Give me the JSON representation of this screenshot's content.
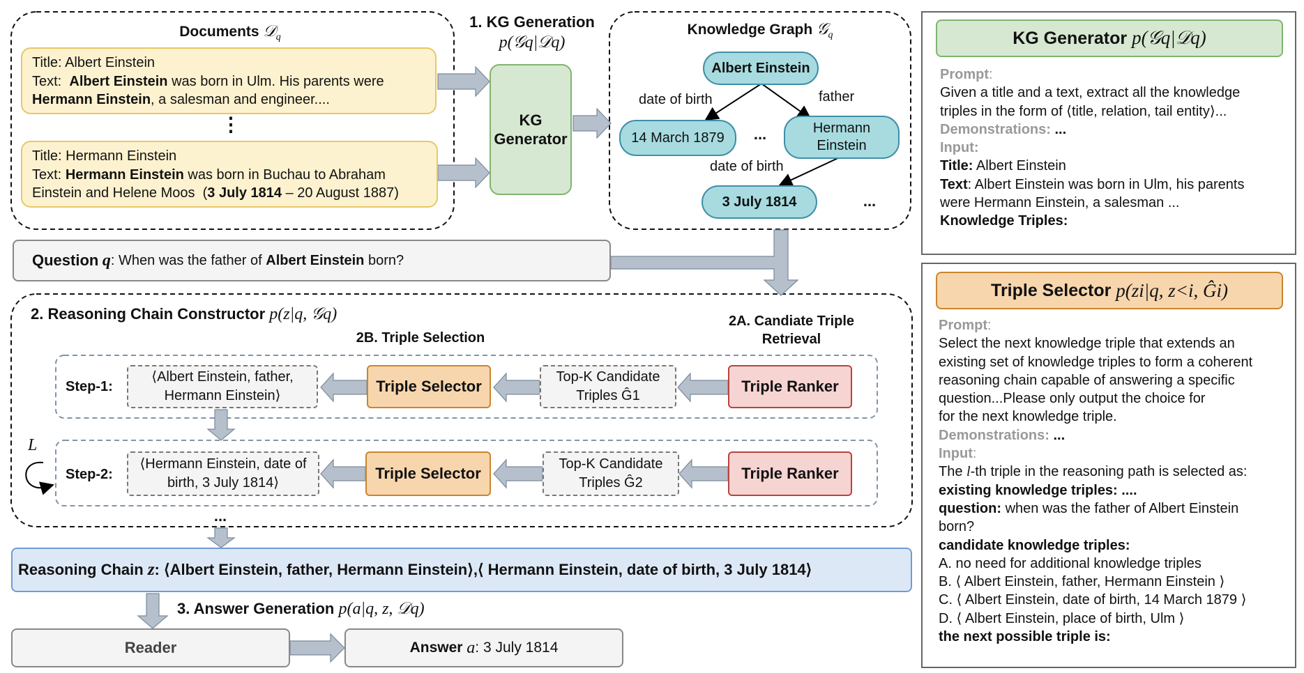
{
  "documents": {
    "title": "Documents",
    "symbol": "𝒟",
    "subscript": "q",
    "doc1": {
      "title_label": "Title:",
      "title_value": "Albert Einstein",
      "text_label": "Text:",
      "bold1": "Albert Einstein",
      "plain1": "was born in Ulm. His parents were",
      "bold2": "Hermann Einstein",
      "plain2": ", a salesman and engineer...."
    },
    "vellipsis": "⋮",
    "doc2": {
      "title_label": "Title:",
      "title_value": "Hermann Einstein",
      "text_label": "Text:",
      "bold1": "Hermann Einstein",
      "plain1": "was born in Buchau to Abraham",
      "plain2": "Einstein and Helene Moos",
      "paren_open": "(",
      "bold2": "3 July 1814",
      "plain3": "– 20 August 1887)"
    }
  },
  "kg_generation": {
    "heading": "1. KG Generation",
    "formula": "p(𝒢q|𝒟q)",
    "box_line1": "KG",
    "box_line2": "Generator"
  },
  "knowledge_graph": {
    "title": "Knowledge Graph",
    "symbol": "𝒢",
    "subscript": "q",
    "nodes": {
      "einstein": "Albert Einstein",
      "march": "14 March 1879",
      "hermann_l1": "Hermann",
      "hermann_l2": "Einstein",
      "july": "3 July 1814"
    },
    "edges": {
      "dob1": "date of birth",
      "father": "father",
      "dob2": "date of birth"
    },
    "ellipsis1": "...",
    "ellipsis2": "..."
  },
  "question": {
    "label": "Question",
    "var": "q",
    "colon": ":",
    "text1": "When was the father of",
    "bold": "Albert Einstein",
    "text2": "born?"
  },
  "reasoning": {
    "heading": "2. Reasoning Chain Constructor",
    "formula": "p(z|q, 𝒢q)",
    "sub_2b": "2B. Triple Selection",
    "sub_2a_l1": "2A. Candiate Triple",
    "sub_2a_l2": "Retrieval",
    "loop_label": "L",
    "step1": {
      "label": "Step-1:",
      "triple_l1": "⟨Albert Einstein, father,",
      "triple_l2": "Hermann Einstein⟩",
      "selector": "Triple Selector",
      "cand_l1": "Top-K Candidate",
      "cand_l2": "Triples Ĝ1",
      "ranker": "Triple Ranker"
    },
    "step2": {
      "label": "Step-2:",
      "triple_l1": "⟨Hermann Einstein, date of",
      "triple_l2": "birth, 3 July 1814⟩",
      "selector": "Triple Selector",
      "cand_l1": "Top-K Candidate",
      "cand_l2": "Triples Ĝ2",
      "ranker": "Triple Ranker"
    },
    "ellipsis": "..."
  },
  "chain": {
    "label": "Reasoning Chain",
    "var": "z",
    "colon": ":",
    "t1": "⟨Albert Einstein, father, Hermann Einstein⟩",
    "sep": ", ",
    "t2": "⟨ Hermann Einstein, date of birth, 3 July 1814⟩"
  },
  "answer_gen": {
    "heading": "3. Answer Generation",
    "formula": "p(a|q, z, 𝒟q)",
    "reader": "Reader",
    "answer_label": "Answer",
    "answer_var": "a",
    "answer_colon": ":",
    "answer_value": "3 July 1814"
  },
  "kg_panel": {
    "title": "KG Generator",
    "formula": "p(𝒢q|𝒟q)",
    "prompt_label": "Prompt",
    "colon": ":",
    "prompt_l1": "Given a title and a text, extract all the knowledge",
    "prompt_l2": "triples in the form of ⟨title, relation, tail entity⟩...",
    "demo_label": "Demonstrations:",
    "demo_value": "...",
    "input_label": "Input",
    "title_label": "Title:",
    "title_value": "Albert Einstein",
    "text_label": "Text",
    "text_l1": ": Albert Einstein was born in Ulm, his parents",
    "text_l2": "were Hermann Einstein, a salesman ...",
    "triples_label": "Knowledge Triples:"
  },
  "ts_panel": {
    "title": "Triple Selector",
    "formula": "p(zi|q, z<i, Ĝi)",
    "prompt_label": "Prompt",
    "colon": ":",
    "prompt_l1": "Select the next knowledge triple that extends an",
    "prompt_l2": "existing set of knowledge triples to form a coherent",
    "prompt_l3": "reasoning chain capable of answering a specific",
    "prompt_l4": "question...Please only output the choice for",
    "prompt_l5": "for the next knowledge triple.",
    "demo_label": "Demonstrations:",
    "demo_value": "...",
    "input_label": "Input",
    "input_l1a": "The",
    "input_l1var": "l",
    "input_l1b": "-th triple in the reasoning path is selected as:",
    "existing": "existing knowledge triples: ....",
    "question_label": "question:",
    "question_l1": "when was the father of Albert Einstein",
    "question_l2": "born?",
    "cand_label": "candidate knowledge triples:",
    "opt_a": "A. no need for additional knowledge triples",
    "opt_b": "B. ⟨ Albert Einstein, father, Hermann Einstein ⟩",
    "opt_c": "C. ⟨ Albert Einstein, date of birth, 14 March 1879 ⟩",
    "opt_d": "D. ⟨ Albert Einstein, place of birth, Ulm ⟩",
    "next_label": "the next possible triple is:"
  },
  "colors": {
    "doc_fill": "#fdf2cf",
    "node_fill": "#a7dbe0",
    "generator_fill": "#d6e8d2",
    "selector_fill": "#f7d6ad",
    "ranker_fill": "#f6d4d2",
    "chain_fill": "#dde8f7",
    "arrow_fill": "#b5c0cc"
  }
}
